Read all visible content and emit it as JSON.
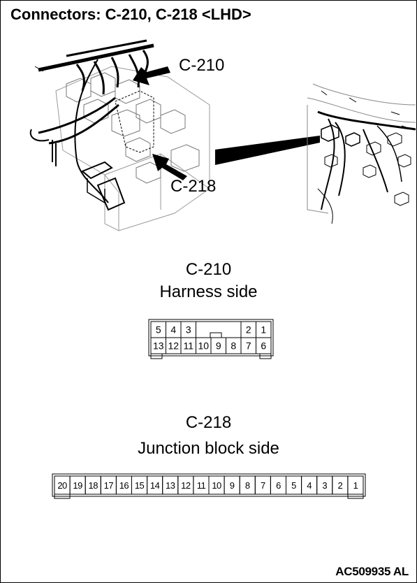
{
  "title": "Connectors: C-210, C-218 <LHD>",
  "callouts": {
    "c210": "C-210",
    "c218": "C-218"
  },
  "connector_c210": {
    "name": "C-210",
    "side": "Harness side",
    "top_row": [
      "5",
      "4",
      "3",
      "",
      "",
      "",
      "2",
      "1"
    ],
    "bottom_row": [
      "13",
      "12",
      "11",
      "10",
      "9",
      "8",
      "7",
      "6"
    ]
  },
  "connector_c218": {
    "name": "C-218",
    "side": "Junction block side",
    "pins": [
      "20",
      "19",
      "18",
      "17",
      "16",
      "15",
      "14",
      "13",
      "12",
      "11",
      "10",
      "9",
      "8",
      "7",
      "6",
      "5",
      "4",
      "3",
      "2",
      "1"
    ]
  },
  "reference": "AC509935 AL"
}
